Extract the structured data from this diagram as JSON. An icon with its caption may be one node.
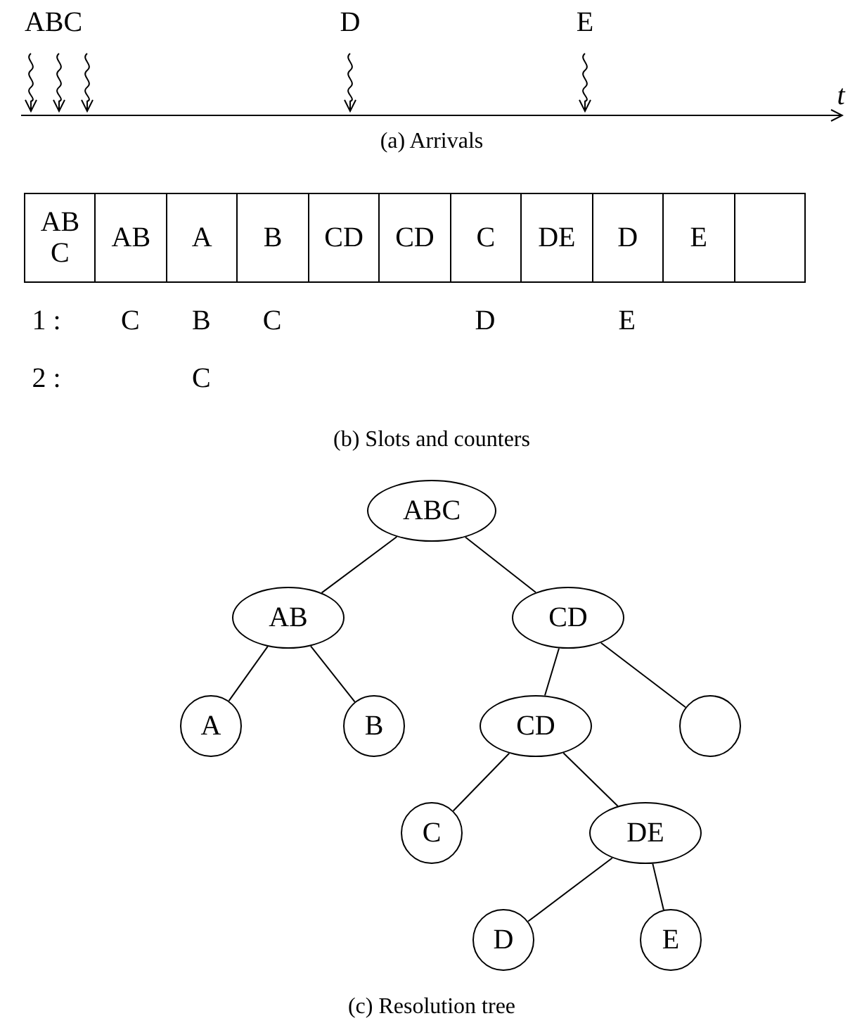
{
  "diagram": {
    "nodes": [
      {
        "text": [
          "ABC"
        ]
      },
      {
        "text": [
          "AB"
        ]
      },
      {
        "text": [
          "CD"
        ]
      },
      {
        "text": [
          "A"
        ]
      },
      {
        "text": [
          "B"
        ]
      },
      {
        "text": [
          "CD"
        ]
      },
      {
        "text": [],
        "shape": "circle"
      },
      {
        "text": [
          "C"
        ]
      },
      {
        "text": [
          "DE"
        ]
      },
      {
        "text": [
          "D"
        ]
      },
      {
        "text": [
          "E"
        ]
      }
    ],
    "edges": [
      {
        "from": 0,
        "to": 1,
        "arrow": "none"
      },
      {
        "from": 0,
        "to": 2,
        "arrow": "none"
      },
      {
        "from": 1,
        "to": 3,
        "arrow": "none"
      },
      {
        "from": 1,
        "to": 4,
        "arrow": "none"
      },
      {
        "from": 2,
        "to": 5,
        "arrow": "none"
      },
      {
        "from": 2,
        "to": 6,
        "arrow": "none"
      },
      {
        "from": 5,
        "to": 7,
        "arrow": "none"
      },
      {
        "from": 5,
        "to": 8,
        "arrow": "none"
      },
      {
        "from": 8,
        "to": 9,
        "arrow": "none"
      },
      {
        "from": 8,
        "to": 10,
        "arrow": "none"
      }
    ],
    "labels": [
      "ABC",
      "D",
      "E",
      "t",
      "(a) Arrivals",
      "AB C",
      "AB",
      "A",
      "B",
      "CD",
      "CD",
      "C",
      "DE",
      "D",
      "E",
      "1 :",
      "C",
      "B",
      "C",
      "D",
      "E",
      "2 :",
      "C",
      "(b) Slots and counters",
      "(c) Resolution tree"
    ]
  }
}
